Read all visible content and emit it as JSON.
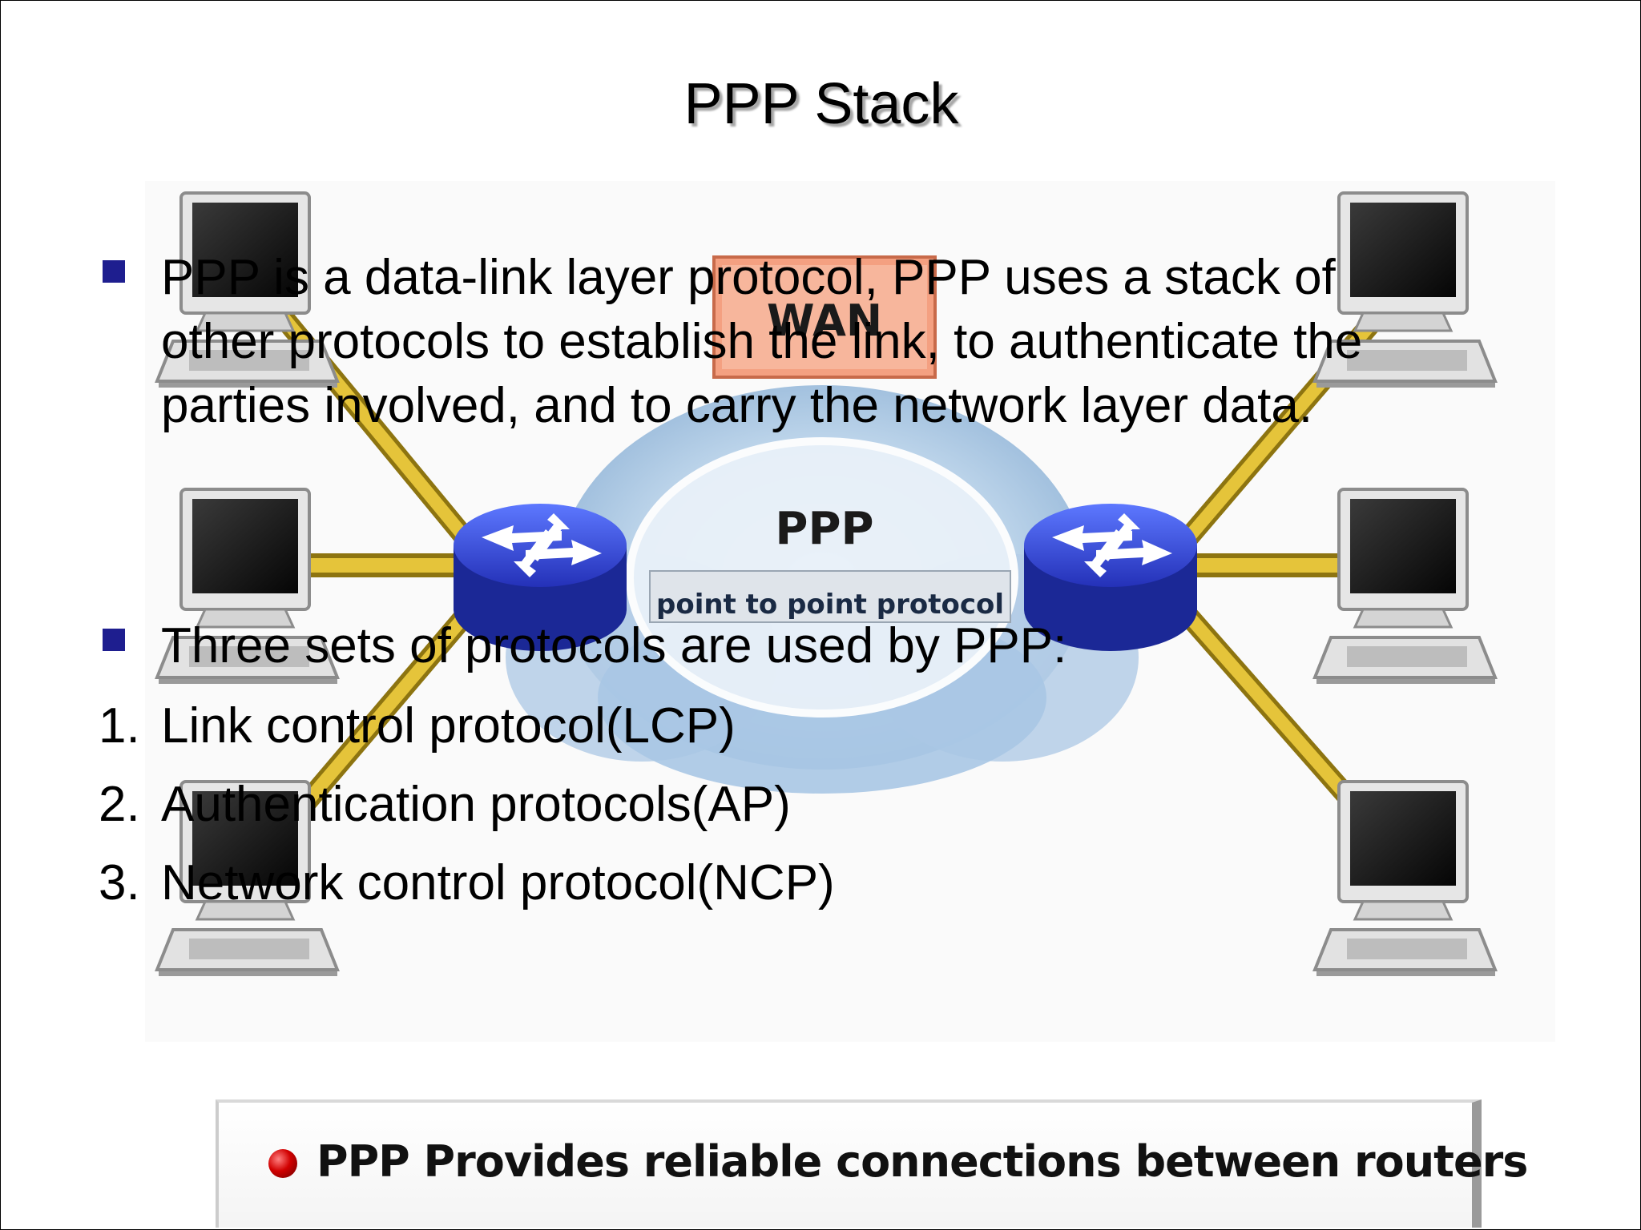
{
  "slide": {
    "title": "PPP Stack",
    "bullets": [
      {
        "lines": [
          "PPP is a data-link layer  protocol, PPP uses a stack of",
          "other protocols to establish the link, to authenticate  the",
          "parties involved, and to carry the network layer data."
        ]
      },
      {
        "lines": [
          "Three sets of protocols are used by PPP:"
        ]
      }
    ],
    "numbered_items": [
      {
        "number": "1.",
        "text": "Link control protocol(LCP)"
      },
      {
        "number": "2.",
        "text": "Authentication protocols(AP)"
      },
      {
        "number": "3.",
        "text": "Network control protocol(NCP)"
      }
    ]
  },
  "diagram": {
    "wan_label": "WAN",
    "cloud_label": "PPP",
    "cloud_sublabel": "point to point protocol",
    "footer_text": "PPP Provides reliable connections between routers",
    "colors": {
      "router": "#2b3fd0",
      "cable": "#d9b21c",
      "wan_box": "#f4a081",
      "cloud": "#a9c7e4",
      "bullet": "#1e1e8f",
      "footer_dot": "#d10000"
    }
  }
}
